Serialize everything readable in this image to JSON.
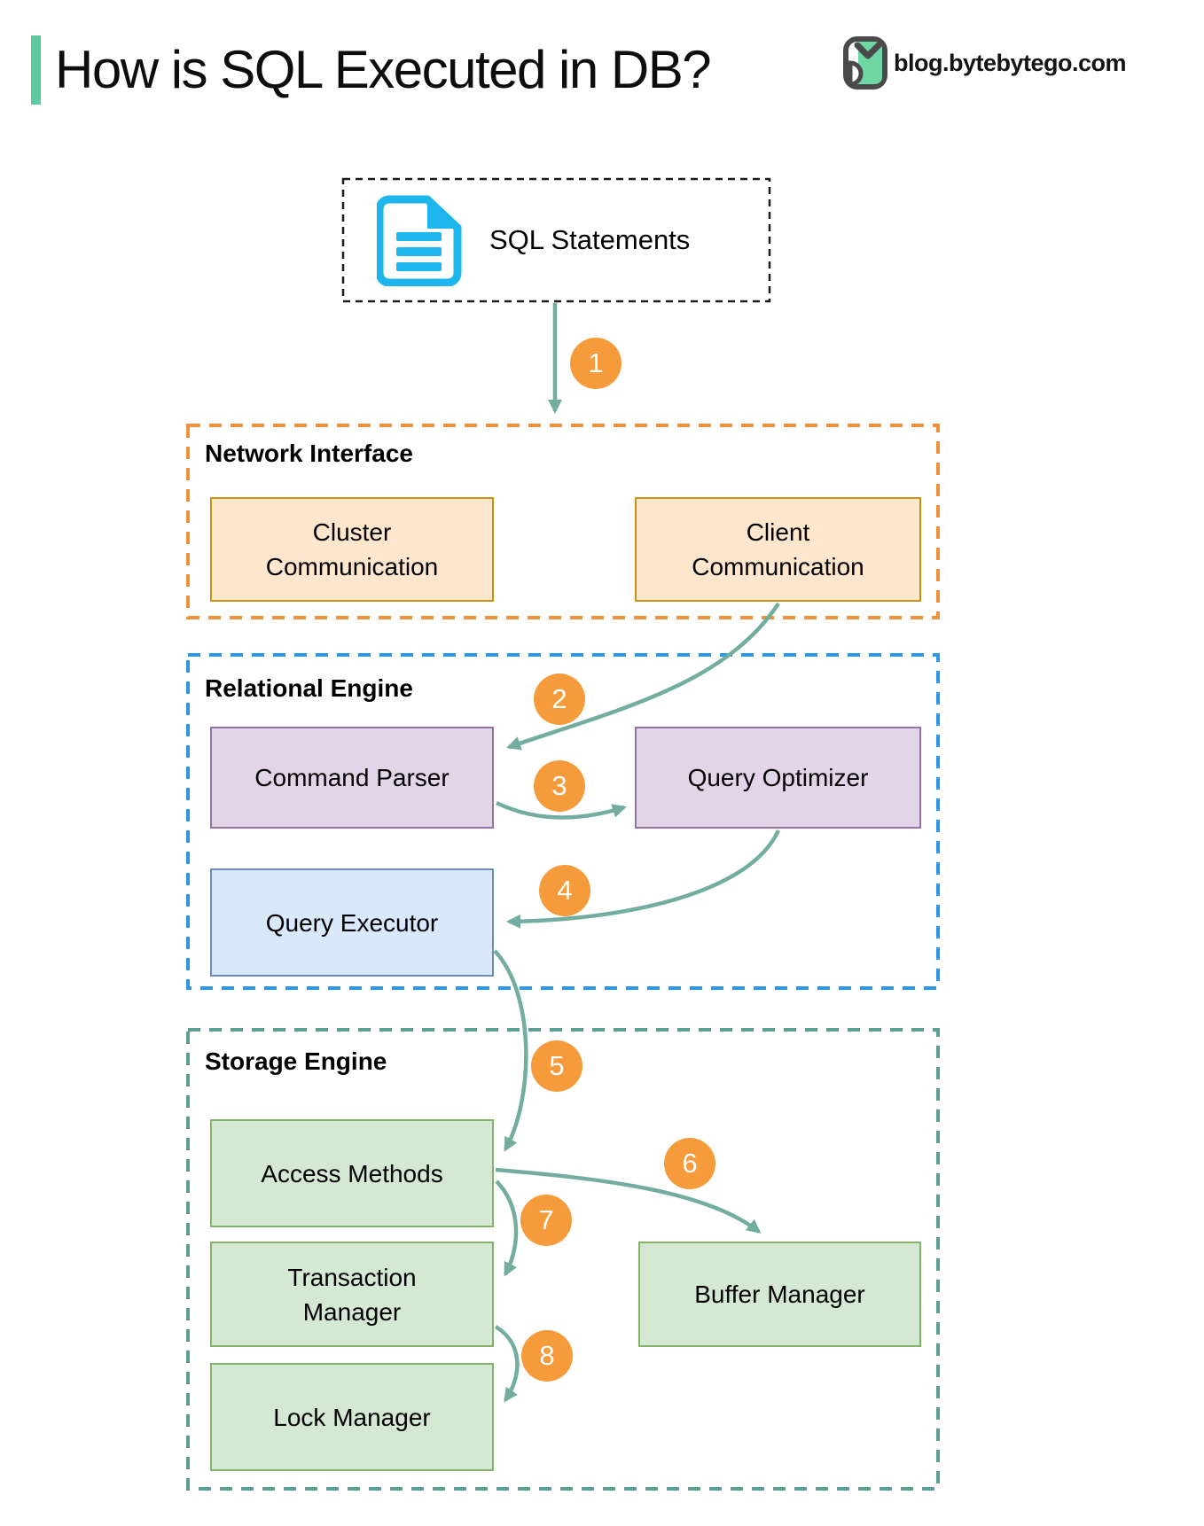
{
  "header": {
    "title": "How is SQL Executed in DB?",
    "brand": "blog.bytebytego.com"
  },
  "source": {
    "label": "SQL Statements"
  },
  "sections": {
    "network": {
      "title": "Network Interface"
    },
    "relational": {
      "title": "Relational Engine"
    },
    "storage": {
      "title": "Storage Engine"
    }
  },
  "nodes": {
    "cluster": [
      "Cluster",
      "Communication"
    ],
    "client": [
      "Client",
      "Communication"
    ],
    "command_parser": [
      "Command Parser"
    ],
    "query_optimizer": [
      "Query Optimizer"
    ],
    "query_executor": [
      "Query Executor"
    ],
    "access_methods": [
      "Access Methods"
    ],
    "transaction_manager": [
      "Transaction",
      "Manager"
    ],
    "lock_manager": [
      "Lock Manager"
    ],
    "buffer_manager": [
      "Buffer Manager"
    ]
  },
  "steps": [
    "1",
    "2",
    "3",
    "4",
    "5",
    "6",
    "7",
    "8"
  ],
  "icons": {
    "document": "document-icon",
    "logo": "bytebytego-owl-logo-icon"
  },
  "colors": {
    "accent_green_bar": "#5CC9A0",
    "arrow_teal": "#73ADA0",
    "step_orange": "#F59B3B",
    "network_dash": "#F0923B",
    "relational_dash": "#2E97E8",
    "storage_dash": "#5C9E93",
    "orange_fill": "#FFE6CC",
    "orange_border": "#C99216",
    "purple_fill": "#E1D5E7",
    "purple_border": "#9673A6",
    "blue_fill": "#DAE8FC",
    "blue_border": "#6C8EBF",
    "green_fill": "#D5E8D4",
    "green_border": "#82B366",
    "doc_icon_cyan": "#1CB5EC"
  }
}
